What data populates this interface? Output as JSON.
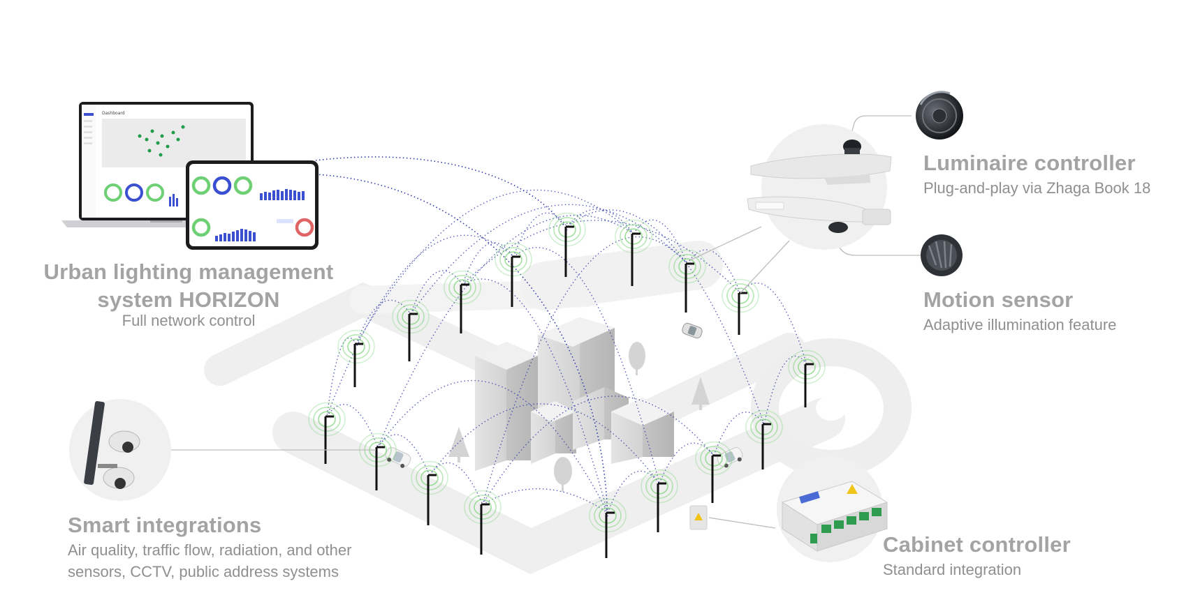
{
  "horizon": {
    "title_line1": "Urban lighting management",
    "title_line2": "system HORIZON",
    "subtitle": "Full network control",
    "screen_heading": "Dashboard"
  },
  "luminaire": {
    "title": "Luminaire controller",
    "subtitle": "Plug-and-play via Zhaga Book 18"
  },
  "motion": {
    "title": "Motion sensor",
    "subtitle": "Adaptive illumination feature"
  },
  "integrations": {
    "title": "Smart integrations",
    "subtitle_line1": "Air quality, traffic flow, radiation, and other",
    "subtitle_line2": "sensors, CCTV, public address systems"
  },
  "cabinet": {
    "title": "Cabinet controller",
    "subtitle": "Standard integration"
  },
  "colors": {
    "title_gray": "#a3a3a3",
    "sub_gray": "#8f8f8f",
    "signal_green": "#7ed47a",
    "mesh_blue": "#2e3aa8",
    "chart_blue": "#3b4fd1",
    "ground_gray": "#ededed"
  }
}
